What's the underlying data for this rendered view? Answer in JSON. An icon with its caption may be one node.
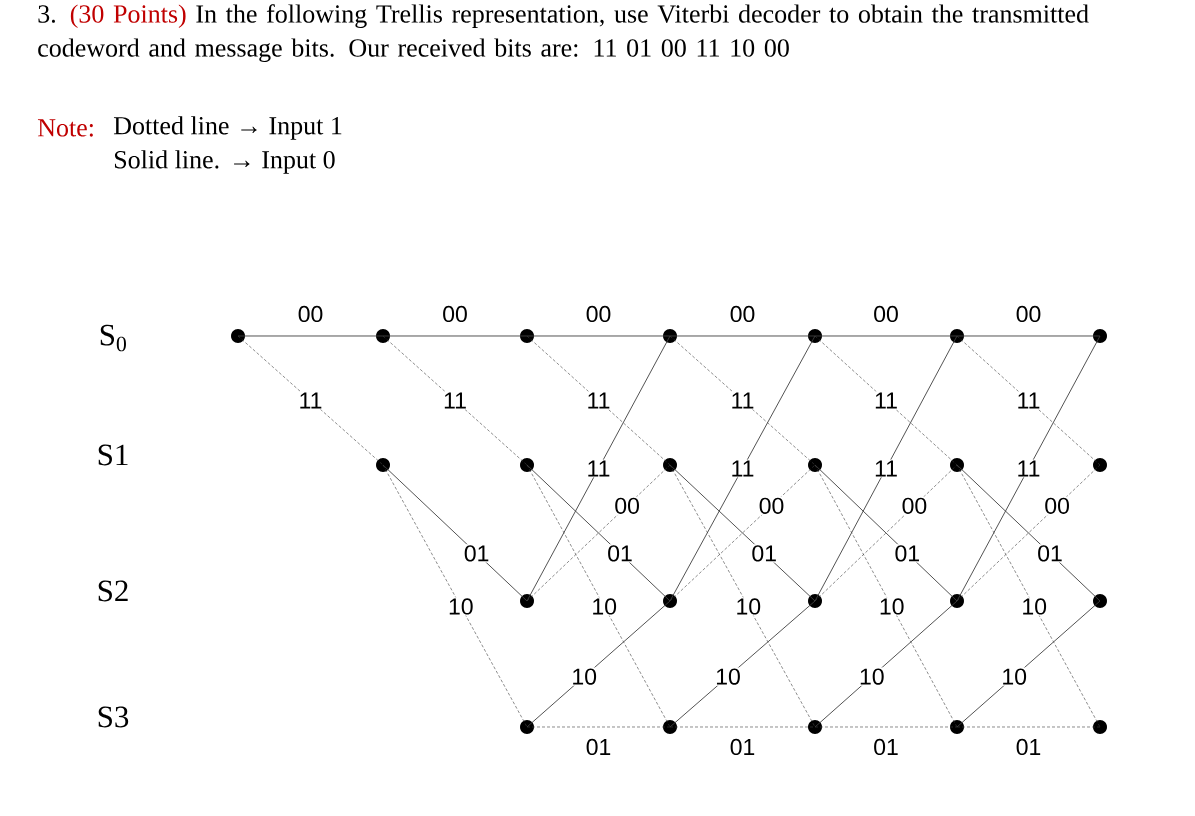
{
  "diagram": {
    "nodes": [
      {
        "text": [],
        "shape": "circle"
      },
      {
        "text": [],
        "shape": "circle"
      },
      {
        "text": [],
        "shape": "circle"
      },
      {
        "text": [],
        "shape": "circle"
      },
      {
        "text": [],
        "shape": "circle"
      },
      {
        "text": [],
        "shape": "circle"
      },
      {
        "text": [],
        "shape": "circle"
      },
      {
        "text": [],
        "shape": "circle"
      },
      {
        "text": [],
        "shape": "circle"
      },
      {
        "text": [],
        "shape": "circle"
      },
      {
        "text": [],
        "shape": "circle"
      },
      {
        "text": [],
        "shape": "circle"
      },
      {
        "text": [],
        "shape": "circle"
      },
      {
        "text": [],
        "shape": "circle"
      },
      {
        "text": [],
        "shape": "circle"
      },
      {
        "text": [],
        "shape": "circle"
      },
      {
        "text": [],
        "shape": "circle"
      },
      {
        "text": [],
        "shape": "circle"
      },
      {
        "text": [],
        "shape": "circle"
      },
      {
        "text": [],
        "shape": "circle"
      },
      {
        "text": [],
        "shape": "circle"
      },
      {
        "text": [],
        "shape": "circle"
      },
      {
        "text": [],
        "shape": "circle"
      }
    ],
    "edges": [
      {
        "from": 0,
        "to": 1,
        "arrow": "none",
        "label": "00"
      },
      {
        "from": 0,
        "to": 2,
        "arrow": "none",
        "label": "11",
        "style": "dashed"
      },
      {
        "from": 1,
        "to": 3,
        "arrow": "none",
        "label": "00"
      },
      {
        "from": 1,
        "to": 4,
        "arrow": "none",
        "label": "11",
        "style": "dashed"
      },
      {
        "from": 2,
        "to": 5,
        "arrow": "none",
        "label": "01"
      },
      {
        "from": 2,
        "to": 6,
        "arrow": "none",
        "label": "10",
        "style": "dashed"
      },
      {
        "from": 3,
        "to": 7,
        "arrow": "none",
        "label": "00"
      },
      {
        "from": 3,
        "to": 8,
        "arrow": "none",
        "label": "11",
        "style": "dashed"
      },
      {
        "from": 4,
        "to": 9,
        "arrow": "none",
        "label": "01"
      },
      {
        "from": 4,
        "to": 10,
        "arrow": "none",
        "label": "10",
        "style": "dashed"
      },
      {
        "from": 5,
        "to": 7,
        "arrow": "none",
        "label": "11"
      },
      {
        "from": 5,
        "to": 8,
        "arrow": "none",
        "label": "00",
        "style": "dashed"
      },
      {
        "from": 6,
        "to": 9,
        "arrow": "none",
        "label": "10"
      },
      {
        "from": 6,
        "to": 10,
        "arrow": "none",
        "label": "01",
        "style": "dashed"
      },
      {
        "from": 7,
        "to": 11,
        "arrow": "none",
        "label": "00"
      },
      {
        "from": 7,
        "to": 12,
        "arrow": "none",
        "label": "11",
        "style": "dashed"
      },
      {
        "from": 8,
        "to": 13,
        "arrow": "none",
        "label": "01"
      },
      {
        "from": 8,
        "to": 14,
        "arrow": "none",
        "label": "10",
        "style": "dashed"
      },
      {
        "from": 9,
        "to": 11,
        "arrow": "none",
        "label": "11"
      },
      {
        "from": 9,
        "to": 12,
        "arrow": "none",
        "label": "00",
        "style": "dashed"
      },
      {
        "from": 10,
        "to": 13,
        "arrow": "none",
        "label": "10"
      },
      {
        "from": 10,
        "to": 14,
        "arrow": "none",
        "label": "01",
        "style": "dashed"
      },
      {
        "from": 11,
        "to": 15,
        "arrow": "none",
        "label": "00"
      },
      {
        "from": 11,
        "to": 16,
        "arrow": "none",
        "label": "11",
        "style": "dashed"
      },
      {
        "from": 12,
        "to": 17,
        "arrow": "none",
        "label": "01"
      },
      {
        "from": 12,
        "to": 18,
        "arrow": "none",
        "label": "10",
        "style": "dashed"
      },
      {
        "from": 13,
        "to": 15,
        "arrow": "none",
        "label": "11"
      },
      {
        "from": 13,
        "to": 16,
        "arrow": "none",
        "label": "00",
        "style": "dashed"
      },
      {
        "from": 14,
        "to": 17,
        "arrow": "none",
        "label": "10"
      },
      {
        "from": 14,
        "to": 18,
        "arrow": "none",
        "label": "01",
        "style": "dashed"
      },
      {
        "from": 15,
        "to": 19,
        "arrow": "none",
        "label": "00"
      },
      {
        "from": 15,
        "to": 20,
        "arrow": "none",
        "label": "11",
        "style": "dashed"
      },
      {
        "from": 16,
        "to": 21,
        "arrow": "none",
        "label": "01"
      },
      {
        "from": 16,
        "to": 22,
        "arrow": "none",
        "label": "10",
        "style": "dashed"
      },
      {
        "from": 17,
        "to": 19,
        "arrow": "none",
        "label": "11"
      },
      {
        "from": 17,
        "to": 20,
        "arrow": "none",
        "label": "00",
        "style": "dashed"
      },
      {
        "from": 18,
        "to": 21,
        "arrow": "none",
        "label": "10"
      },
      {
        "from": 18,
        "to": 22,
        "arrow": "none",
        "label": "01",
        "style": "dashed"
      }
    ],
    "labels": [
      "3.",
      "(30 Points)",
      "In the following Trellis representation, use Viterbi decoder to obtain the transmitted codeword and message bits. Our received bits are: 11 01 00 11 10 00",
      "Note:",
      "Dotted line → Input 1",
      "Solid line. → Input 0",
      "S$_{0}$",
      "S1",
      "S2",
      "S3"
    ]
  }
}
